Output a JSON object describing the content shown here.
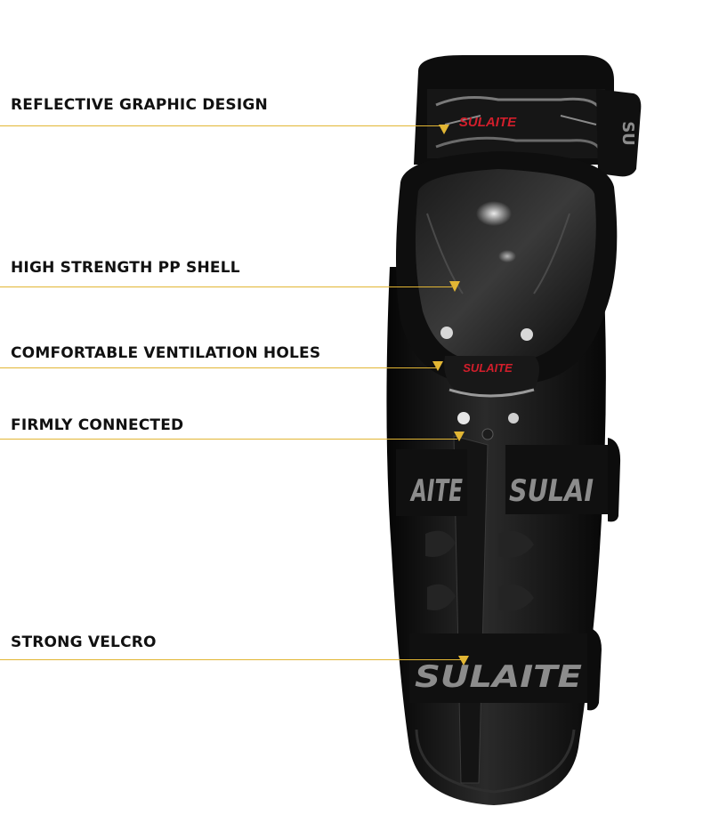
{
  "features": [
    {
      "label": "REFLECTIVE GRAPHIC DESIGN"
    },
    {
      "label": "HIGH STRENGTH PP SHELL"
    },
    {
      "label": "COMFORTABLE VENTILATION HOLES"
    },
    {
      "label": "FIRMLY CONNECTED"
    },
    {
      "label": "STRONG VELCRO"
    }
  ],
  "product": {
    "brand_top": "SULAITE",
    "brand_mid": "SULAITE",
    "strap_upper_right": "SULAI",
    "strap_upper_left": "AITE",
    "strap_lower": "SULAITE"
  },
  "colors": {
    "accent": "#e2b634",
    "label_text": "#111111",
    "brand_red": "#d21e2b",
    "shell": "#0c0c0c"
  }
}
